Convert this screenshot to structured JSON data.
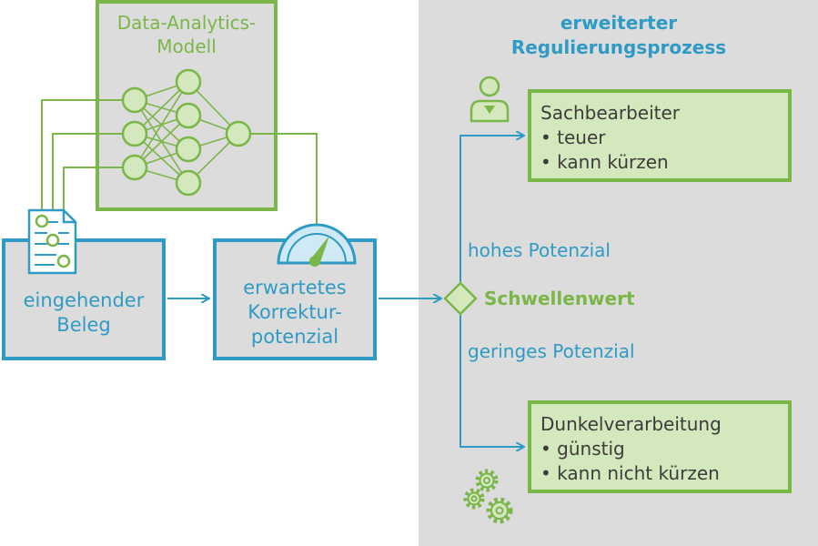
{
  "model": {
    "title_line1": "Data-Analytics-",
    "title_line2": "Modell"
  },
  "input": {
    "line1": "eingehender",
    "line2": "Beleg"
  },
  "expected": {
    "line1": "erwartetes",
    "line2": "Korrektur-",
    "line3": "potenzial"
  },
  "process": {
    "title_line1": "erweiterter",
    "title_line2": "Regulierungsprozess",
    "threshold": "Schwellenwert",
    "high": "hohes Potenzial",
    "low": "geringes Potenzial"
  },
  "clerk": {
    "title": "Sachbearbeiter",
    "items": [
      "• teuer",
      "• kann kürzen"
    ]
  },
  "dark": {
    "title": "Dunkelverarbeitung",
    "items": [
      "• günstig",
      "• kann nicht kürzen"
    ]
  },
  "colors": {
    "blue": "#2f9bc4",
    "green": "#7ab648",
    "gray": "#dcdcdc",
    "light_green": "#d3e8bd",
    "light_blue": "#cfeaf5"
  },
  "icons": [
    "neural-network-icon",
    "document-icon",
    "gauge-icon",
    "person-icon",
    "gears-icon",
    "diamond-decision-icon"
  ]
}
